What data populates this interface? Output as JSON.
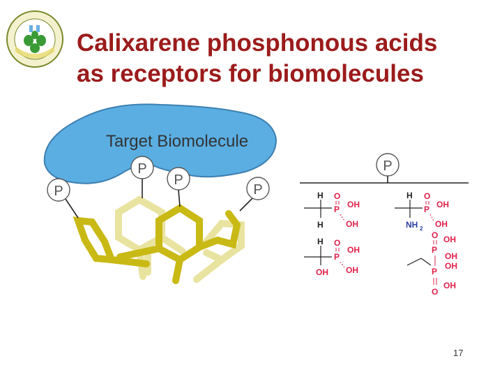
{
  "slide": {
    "title_line1": "Calixarene phosphonous acids",
    "title_line2": "as receptors for biomolecules",
    "page_number": "17"
  },
  "diagram": {
    "target_label": "Target Biomolecule",
    "p_label": "P",
    "groups": {
      "h": "H",
      "o": "O",
      "p": "P",
      "oh": "OH",
      "nh": "NH",
      "sub2": "2"
    }
  },
  "colors": {
    "title": "#9b1b1b",
    "blob_fill": "#5aaee2",
    "blob_stroke": "#3d7fb0",
    "p_circle_stroke": "#555555",
    "calix_dark": "#c9b914",
    "calix_light": "#e9e3a0",
    "chem_red": "#e0204a",
    "chem_blue": "#2a3f9e"
  }
}
